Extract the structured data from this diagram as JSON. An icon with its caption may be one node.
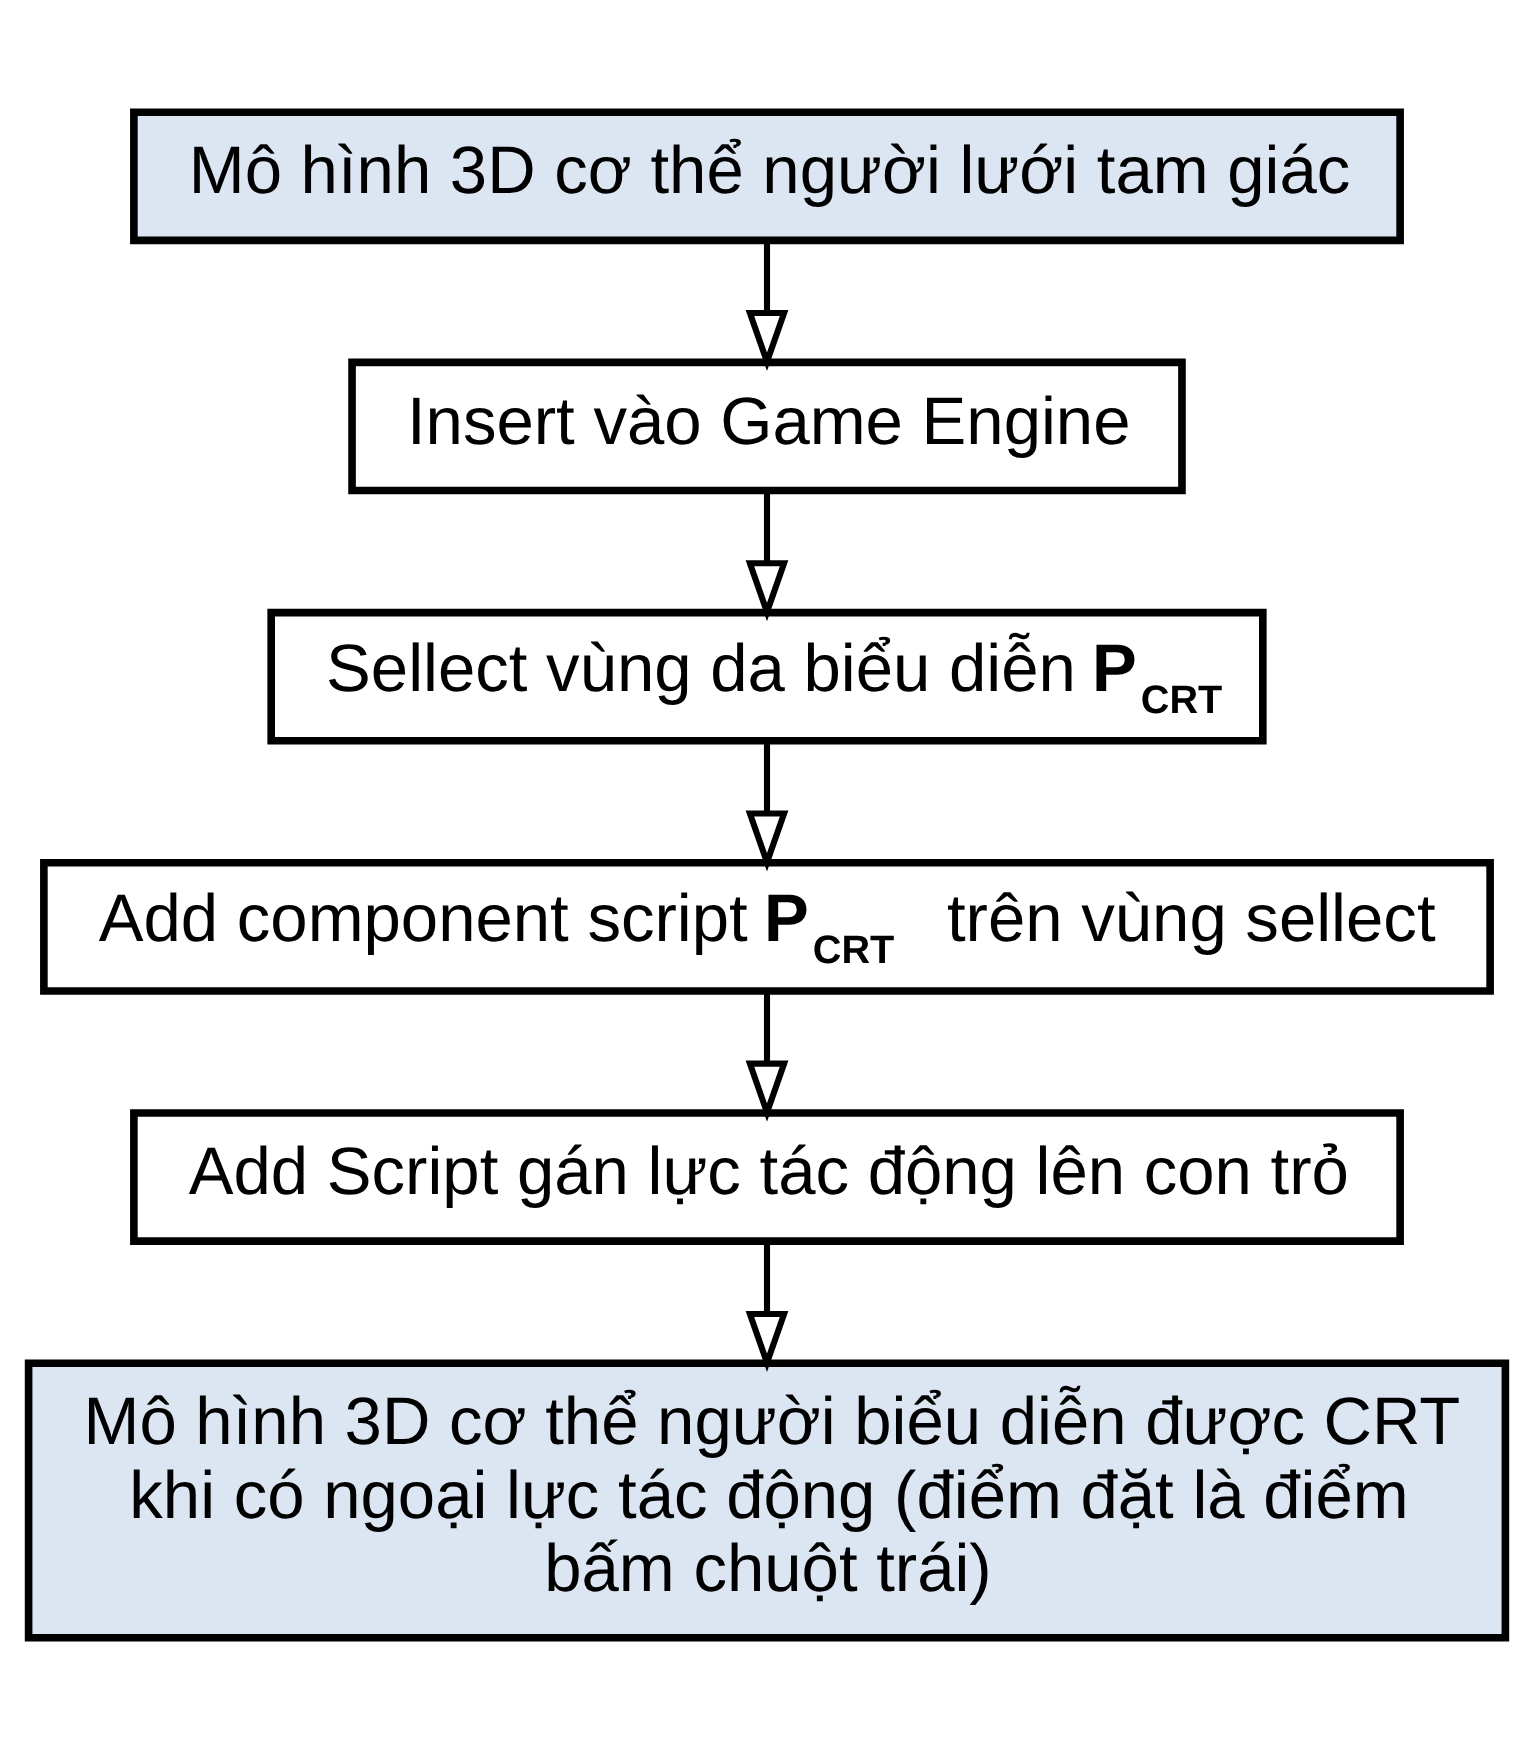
{
  "diagram": {
    "nodes": [
      {
        "text": [
          "Mô hình 3D cơ thể người lưới tam giác"
        ]
      },
      {
        "text": [
          "Insert vào Game Engine"
        ]
      },
      {
        "text": [
          "Sellect vùng da biểu diễn **P$_{CRT}$**"
        ]
      },
      {
        "text": [
          "Add component script **P$_{CRT}$** trên vùng sellect"
        ]
      },
      {
        "text": [
          "Add Script gán lực tác động lên con trỏ"
        ]
      },
      {
        "text": [
          "Mô hình 3D cơ thể người biểu diễn được CRT khi có ngoại lực tác động (điểm đặt là điểm bấm chuột trái)"
        ]
      }
    ],
    "edges": [
      {
        "from": 0,
        "to": 1,
        "arrow": "to"
      },
      {
        "from": 1,
        "to": 2,
        "arrow": "to"
      },
      {
        "from": 2,
        "to": 3,
        "arrow": "to"
      },
      {
        "from": 3,
        "to": 4,
        "arrow": "to"
      },
      {
        "from": 4,
        "to": 5,
        "arrow": "to"
      }
    ]
  }
}
